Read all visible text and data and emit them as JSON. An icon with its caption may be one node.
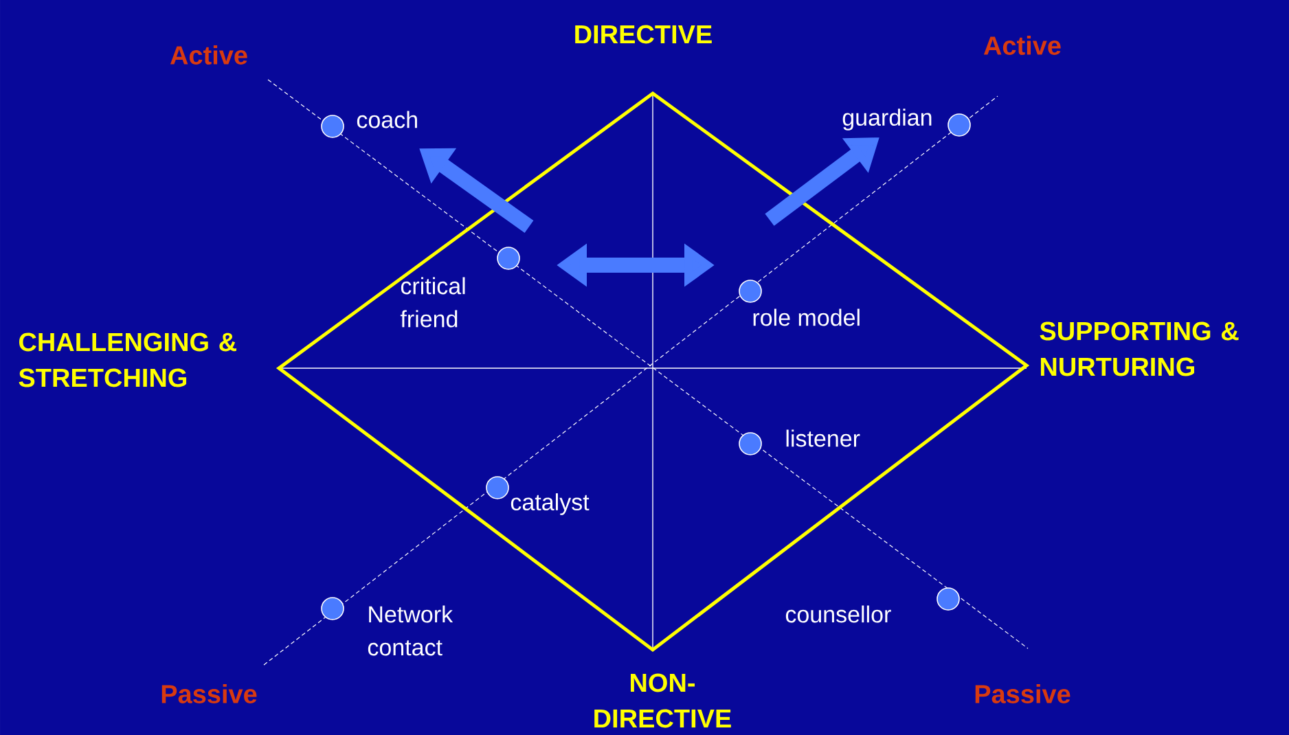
{
  "diagram": {
    "nodes": [
      {
        "text": [],
        "shape": "circle",
        "beside": [
          "coach"
        ]
      },
      {
        "text": [],
        "shape": "circle",
        "beside": [
          "guardian"
        ]
      },
      {
        "text": [],
        "shape": "circle",
        "beside": [
          "critical friend"
        ]
      },
      {
        "text": [],
        "shape": "circle",
        "beside": [
          "role model"
        ]
      },
      {
        "text": [],
        "shape": "circle",
        "beside": [
          "listener"
        ]
      },
      {
        "text": [],
        "shape": "circle",
        "beside": [
          "catalyst"
        ]
      },
      {
        "text": [],
        "shape": "circle",
        "beside": [
          "Network contact"
        ]
      },
      {
        "text": [],
        "shape": "circle",
        "beside": [
          "counsellor"
        ]
      }
    ],
    "edges": [
      {
        "from": 2,
        "to": 0,
        "arrow": "to"
      },
      {
        "from": 2,
        "to": 3,
        "arrow": "both"
      },
      {
        "from": 3,
        "to": 1,
        "arrow": "to"
      }
    ],
    "labels": [
      "Active",
      "DIRECTIVE",
      "Active",
      "CHALLENGING & STRETCHING",
      "SUPPORTING & NURTURING",
      "Passive",
      "NON-DIRECTIVE",
      "Passive"
    ]
  }
}
